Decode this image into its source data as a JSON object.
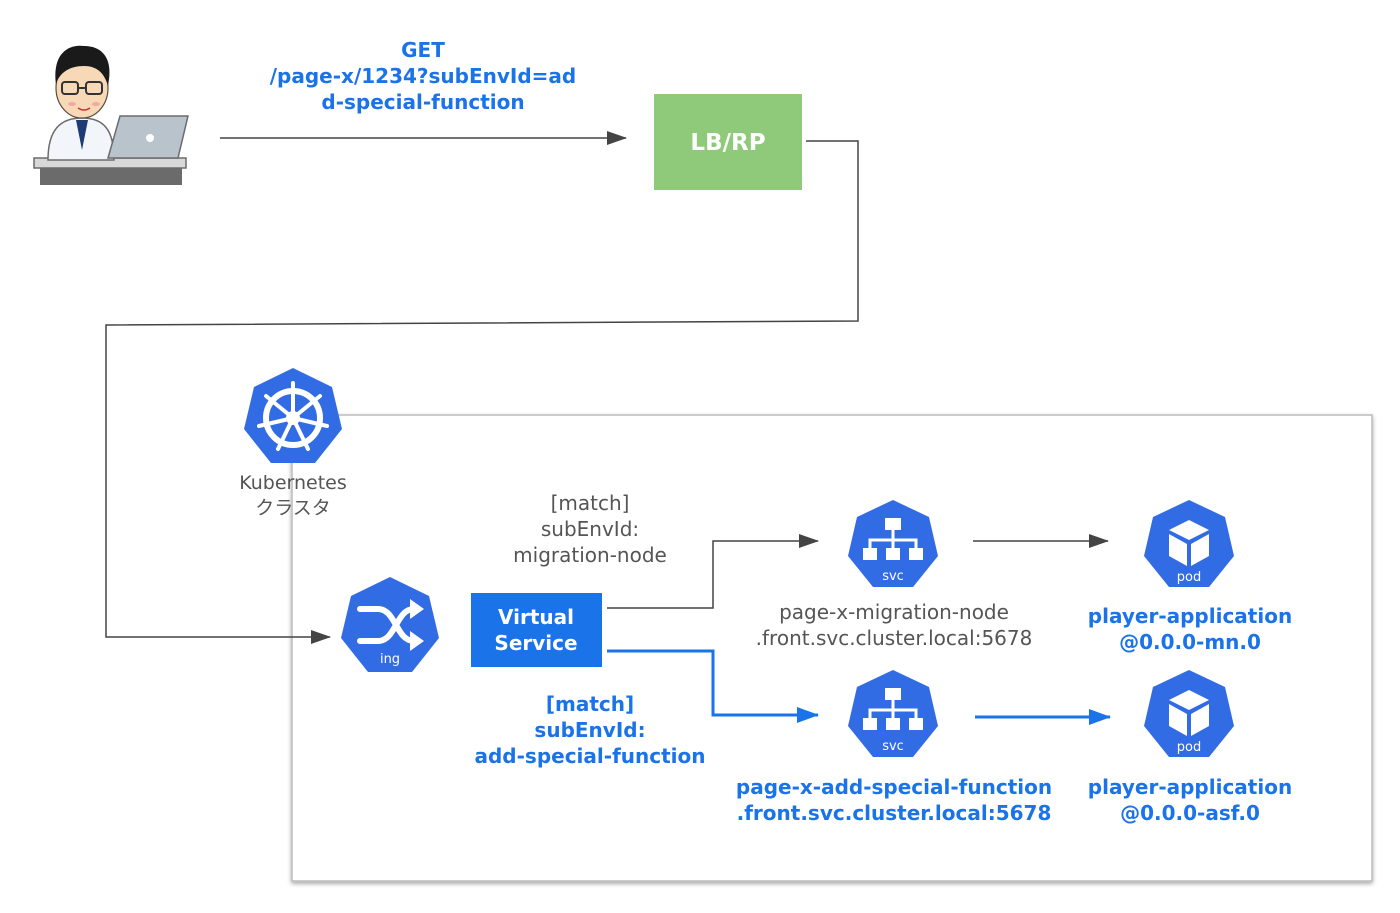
{
  "request": {
    "method": "GET",
    "path_line1": "/page-x/1234?subEnvId=ad",
    "path_line2": "d-special-function"
  },
  "load_balancer": {
    "label": "LB/RP"
  },
  "cluster": {
    "name_line1": "Kubernetes",
    "name_line2": "クラスタ"
  },
  "ingress": {
    "caption": "ing"
  },
  "virtual_service": {
    "label_line1": "Virtual",
    "label_line2": "Service"
  },
  "route_migration": {
    "match_line1": "[match]",
    "match_line2": "subEnvId:",
    "match_line3": "migration-node",
    "svc_caption": "svc",
    "svc_host_line1": "page-x-migration-node",
    "svc_host_line2": ".front.svc.cluster.local:5678",
    "pod_caption": "pod",
    "pod_app_line1": "player-application",
    "pod_app_line2": "@0.0.0-mn.0"
  },
  "route_special": {
    "match_line1": "[match]",
    "match_line2": "subEnvId:",
    "match_line3": "add-special-function",
    "svc_caption": "svc",
    "svc_host_line1": "page-x-add-special-function",
    "svc_host_line2": ".front.svc.cluster.local:5678",
    "pod_caption": "pod",
    "pod_app_line1": "player-application",
    "pod_app_line2": "@0.0.0-asf.0"
  },
  "colors": {
    "k8s_blue": "#326ce5",
    "link_blue": "#1a73e8",
    "lb_green": "#8fc97a",
    "line_gray": "#444444",
    "text_gray": "#555555"
  },
  "icons": {
    "user": "person-at-laptop-icon",
    "k8s": "kubernetes-helm-icon",
    "ingress": "shuffle-icon",
    "service": "network-tree-icon",
    "pod": "cube-icon"
  }
}
